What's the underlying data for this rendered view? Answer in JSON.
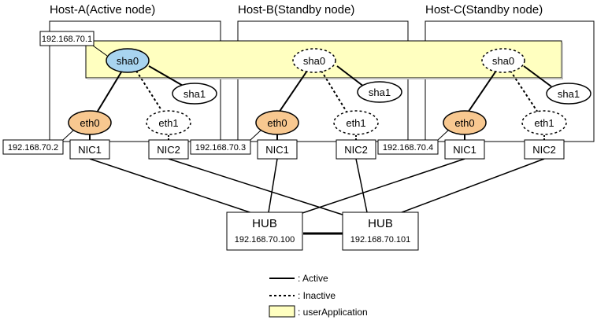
{
  "hosts": [
    {
      "title": "Host-A(Active node)",
      "sha0": "sha0",
      "sha1": "sha1",
      "eth0": "eth0",
      "eth1": "eth1",
      "nic1": "NIC1",
      "nic2": "NIC2",
      "ip": "192.168.70.2"
    },
    {
      "title": "Host-B(Standby node)",
      "sha0": "sha0",
      "sha1": "sha1",
      "eth0": "eth0",
      "eth1": "eth1",
      "nic1": "NIC1",
      "nic2": "NIC2",
      "ip": "192.168.70.3"
    },
    {
      "title": "Host-C(Standby node)",
      "sha0": "sha0",
      "sha1": "sha1",
      "eth0": "eth0",
      "eth1": "eth1",
      "nic1": "NIC1",
      "nic2": "NIC2",
      "ip": "192.168.70.4"
    }
  ],
  "takeover_ip": "192.168.70.1",
  "hubs": [
    {
      "title": "HUB",
      "ip": "192.168.70.100"
    },
    {
      "title": "HUB",
      "ip": "192.168.70.101"
    }
  ],
  "legend": {
    "active": ": Active",
    "inactive": ": Inactive",
    "user_application": ": userApplication"
  },
  "colors": {
    "user_application": "#ffffc0",
    "active_sha": "#a8d4f0",
    "eth0": "#f8c890",
    "line": "#000000"
  }
}
